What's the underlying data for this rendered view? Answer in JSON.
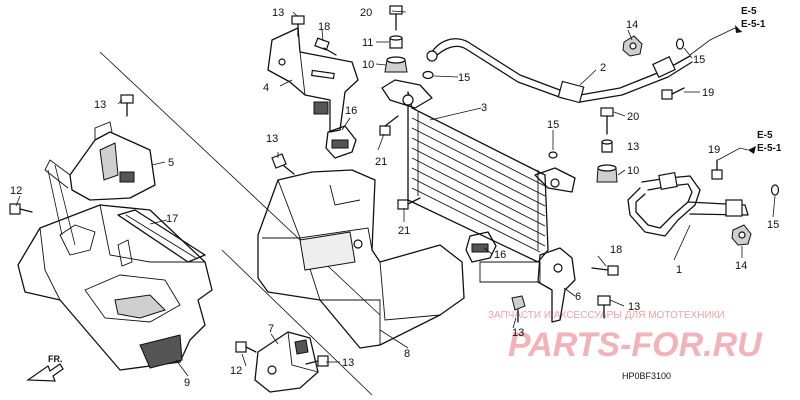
{
  "diagram_code": "HP0BF3100",
  "front_marker": "FR.",
  "watermark": {
    "tagline": "ЗАПЧАСТИ И АКСЕССУАРЫ ДЛЯ МОТОТЕХНИКИ",
    "logo": "PARTS-FOR.RU"
  },
  "references": {
    "top_right": [
      "E-5",
      "E-5-1"
    ],
    "mid_right": [
      "E-5",
      "E-5-1"
    ]
  },
  "callouts": {
    "c1": "1",
    "c2": "2",
    "c3": "3",
    "c4": "4",
    "c5": "5",
    "c6": "6",
    "c7": "7",
    "c8": "8",
    "c9": "9",
    "c10a": "10",
    "c10b": "10",
    "c11": "11",
    "c12a": "12",
    "c12b": "12",
    "c13a": "13",
    "c13b": "13",
    "c13c": "13",
    "c13d": "13",
    "c13e": "13",
    "c13f": "13",
    "c14a": "14",
    "c14b": "14",
    "c15a": "15",
    "c15b": "15",
    "c15c": "15",
    "c15d": "15",
    "c16a": "16",
    "c16b": "16",
    "c17": "17",
    "c18a": "18",
    "c18b": "18",
    "c19a": "19",
    "c19b": "19",
    "c20a": "20",
    "c20b": "20",
    "c21a": "21",
    "c21b": "21"
  }
}
